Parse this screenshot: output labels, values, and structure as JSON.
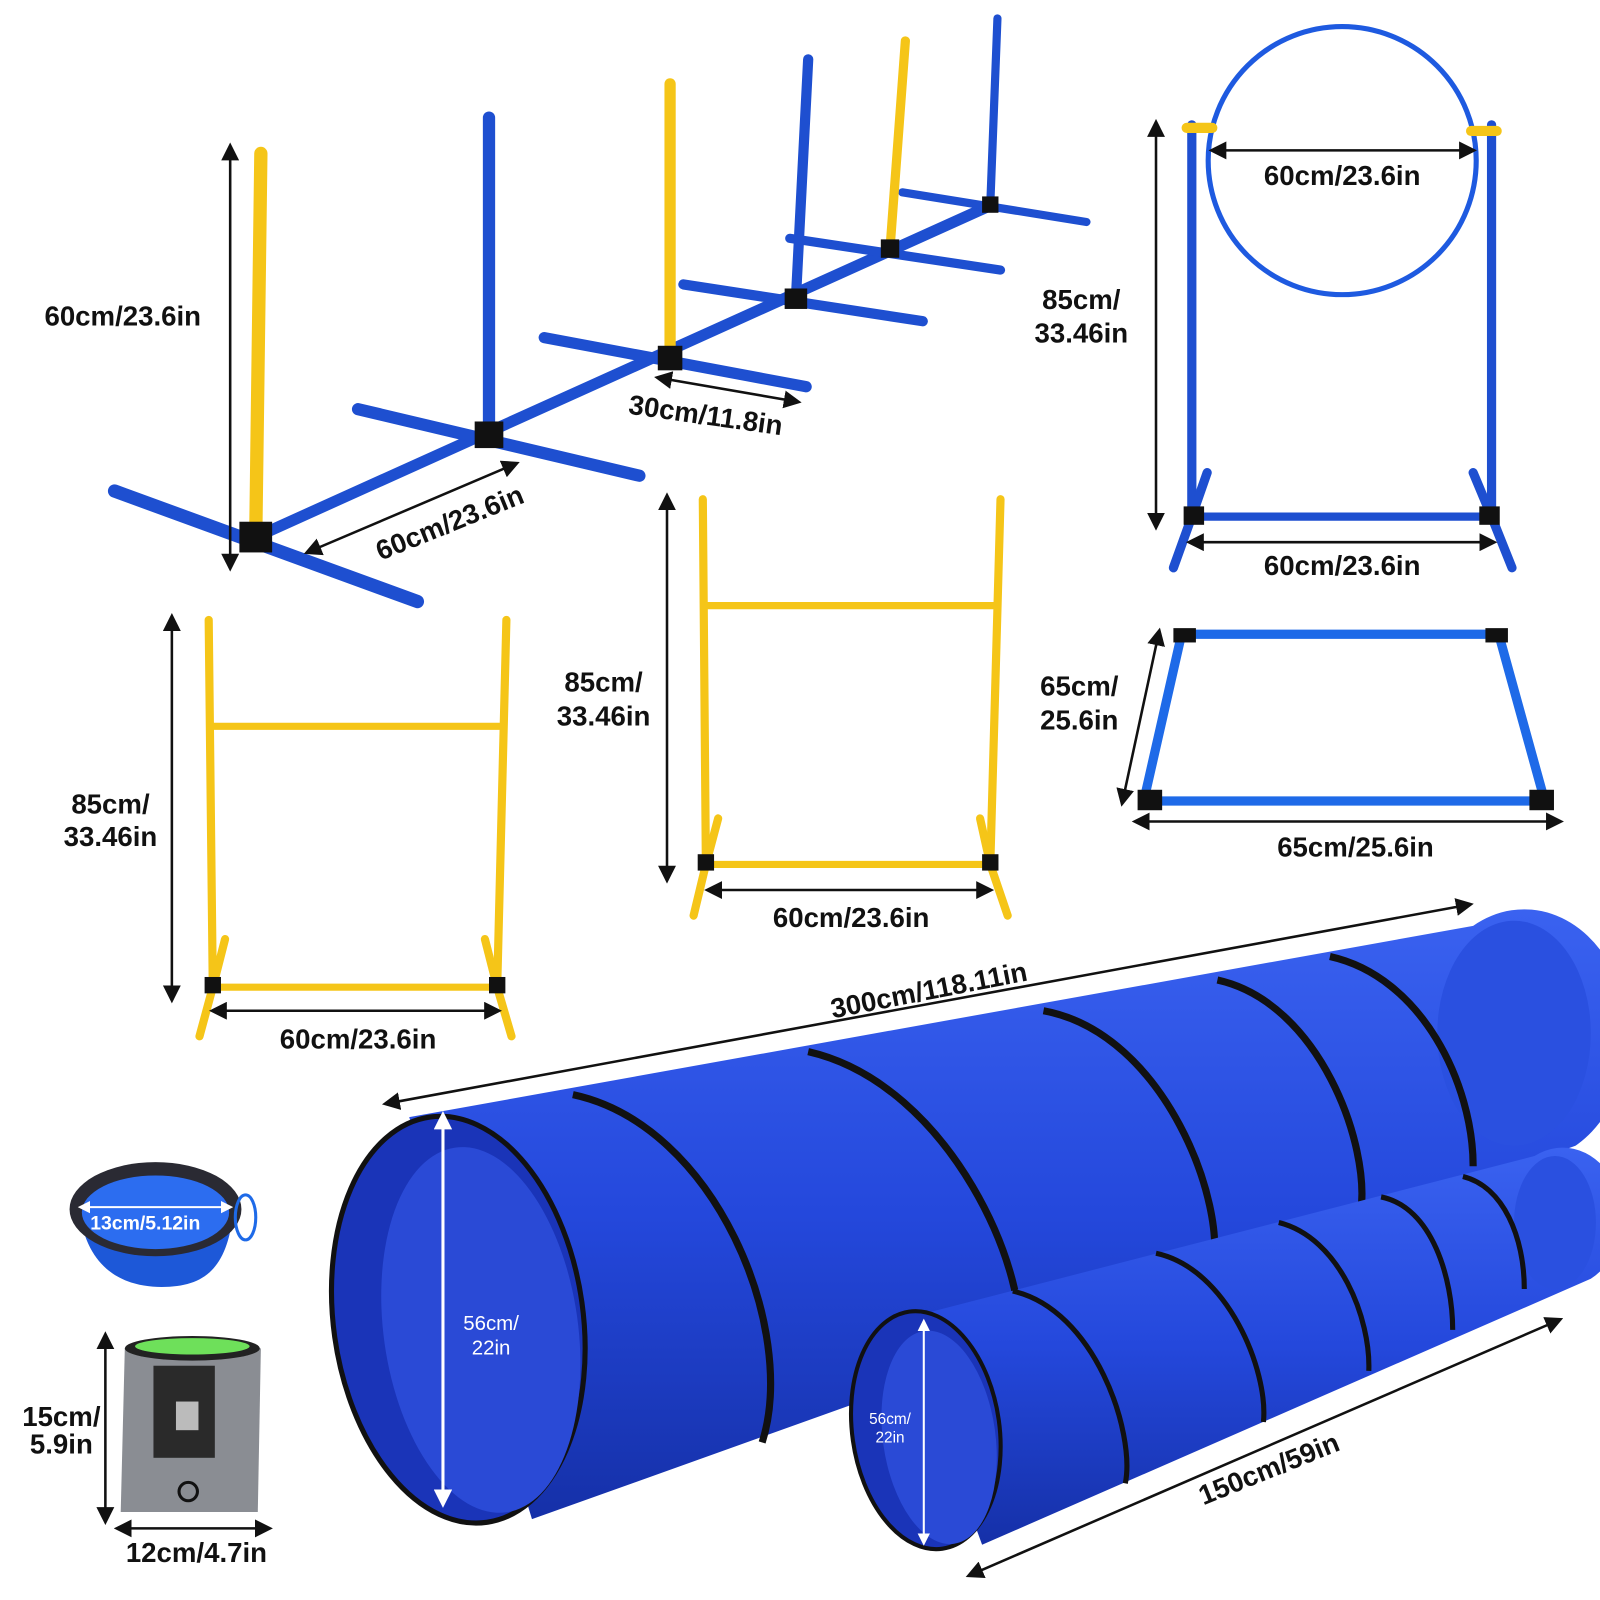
{
  "colors": {
    "yellow_pole": "#f5c518",
    "blue_pole": "#1e4fd0",
    "tunnel_blue": "#1f3fd8",
    "background": "#ffffff"
  },
  "weave_poles": {
    "height": "60cm/23.6in",
    "spacing": "60cm/23.6in",
    "foot": "30cm/11.8in"
  },
  "hoop_jump": {
    "hoop_diameter": "60cm/23.6in",
    "height_line1": "85cm/",
    "height_line2": "33.46in",
    "width": "60cm/23.6in"
  },
  "pause_box": {
    "side_line1": "65cm/",
    "side_line2": "25.6in",
    "width": "65cm/25.6in"
  },
  "hurdle_center": {
    "height_line1": "85cm/",
    "height_line2": "33.46in",
    "width": "60cm/23.6in"
  },
  "hurdle_left": {
    "height_line1": "85cm/",
    "height_line2": "33.46in",
    "width": "60cm/23.6in"
  },
  "tunnel_long": {
    "length": "300cm/118.11in",
    "diameter_line1": "56cm/",
    "diameter_line2": "22in"
  },
  "tunnel_short": {
    "length": "150cm/59in",
    "diameter_line1": "56cm/",
    "diameter_line2": "22in"
  },
  "bowl": {
    "diameter": "13cm/5.12in"
  },
  "treat_bag": {
    "height_line1": "15cm/",
    "height_line2": "5.9in",
    "width": "12cm/4.7in"
  }
}
